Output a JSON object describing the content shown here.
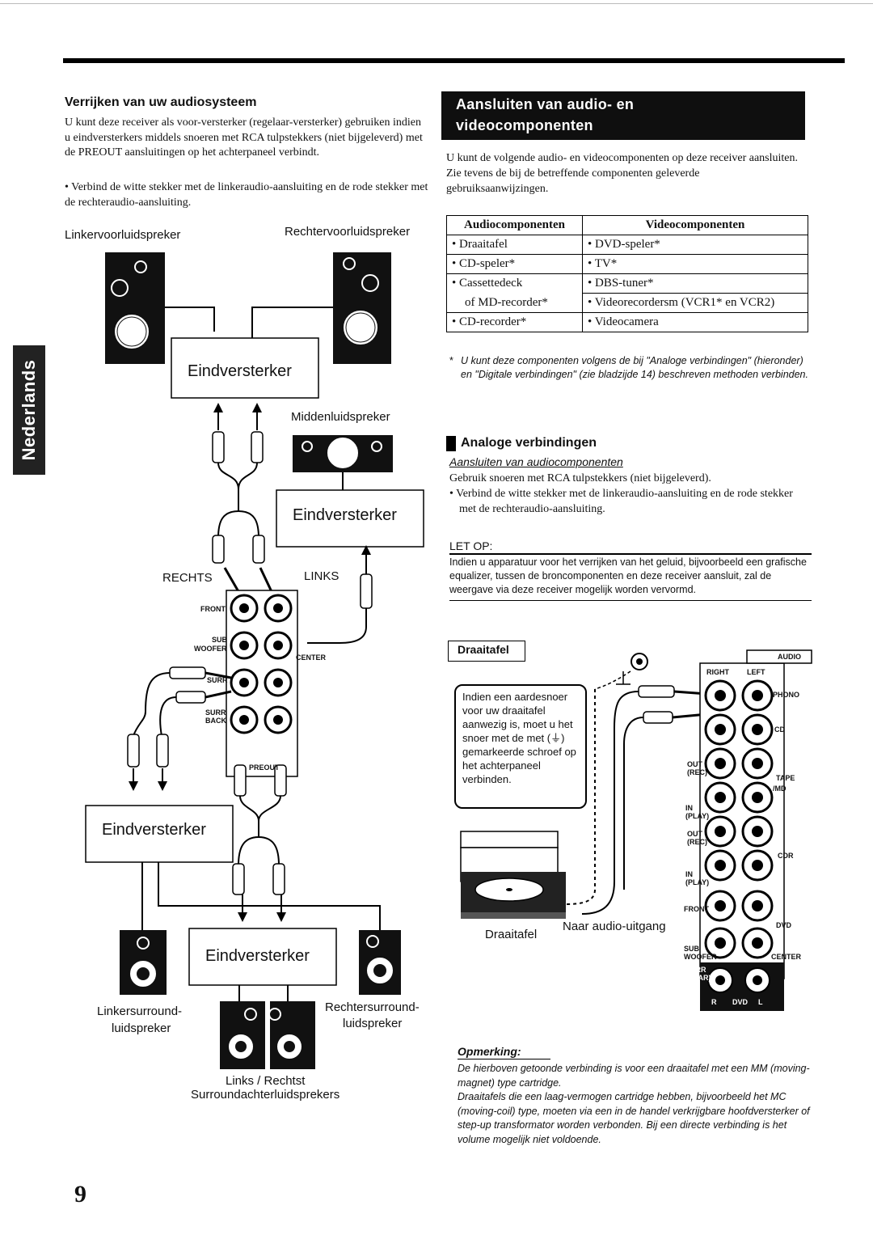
{
  "page": {
    "side_tab": "Nederlands",
    "page_number": "9"
  },
  "left": {
    "heading": "Verrijken van uw audiosysteem",
    "paragraph": "U kunt deze receiver als voor-versterker (regelaar-versterker) gebruiken indien u eindversterkers middels snoeren met RCA tulpstekkers (niet bijgeleverd) met de PREOUT aansluitingen op het achterpaneel verbindt.",
    "bullet": "Verbind de witte stekker met de linkeraudio-aansluiting en de rode stekker met de rechteraudio-aansluiting."
  },
  "diagram_left": {
    "front_left_speaker": "Linkervoorluidspreker",
    "front_right_speaker": "Rechtervoorluidspreker",
    "amp": "Eindversterker",
    "center_speaker": "Middenluidspreker",
    "rechts": "RECHTS",
    "links": "LINKS",
    "jack_front": "FRONT",
    "jack_sub": "SUB",
    "jack_woofer": "WOOFER",
    "jack_center": "CENTER",
    "jack_surr": "SURR",
    "jack_surr_back": "SURR BACK",
    "jack_preout": "PREOUT",
    "surround_left_1": "Linkersurround-",
    "surround_left_2": "luidspreker",
    "surround_right_1": "Rechtersurround-",
    "surround_right_2": "luidspreker",
    "back_pair": "Links / Rechtst",
    "back_label": "Surroundachterluidsprekers"
  },
  "right": {
    "banner_line1": "Aansluiten van audio- en",
    "banner_line2": "videocomponenten",
    "intro": "U kunt de volgende audio- en videocomponenten op deze receiver aansluiten. Zie tevens de bij de betreffende componenten geleverde gebruiksaanwijzingen.",
    "table": {
      "headers": [
        "Audiocomponenten",
        "Videocomponenten"
      ],
      "rows": [
        [
          "• Draaitafel",
          "• DVD-speler*"
        ],
        [
          "• CD-speler*",
          "• TV*"
        ],
        [
          "• Cassettedeck",
          "• DBS-tuner*"
        ],
        [
          "of MD-recorder*",
          "• Videorecordersm (VCR1* en VCR2)"
        ],
        [
          "• CD-recorder*",
          "• Videocamera"
        ]
      ]
    },
    "asterisk_note": "U kunt deze componenten volgens de bij \"Analoge verbindingen\" (hieronder) en \"Digitale verbindingen\" (zie bladzijde 14) beschreven methoden verbinden.",
    "analog_heading": "Analoge verbindingen",
    "analog_sub": "Aansluiten van audiocomponenten",
    "analog_text": "Gebruik snoeren met RCA tulpstekkers (niet bijgeleverd).",
    "analog_bullet": "Verbind de witte stekker met de linkeraudio-aansluiting en de rode stekker met de rechteraudio-aansluiting.",
    "let_op_title": "LET OP:",
    "let_op_text": "Indien u apparatuur voor het verrijken van het geluid, bijvoorbeeld een grafische equalizer, tussen de broncomponenten en deze receiver aansluit, zal de weergave via deze receiver mogelijk worden vervormd.",
    "note_title": "Opmerking:",
    "note_text_1": "De hierboven getoonde verbinding is voor een draaitafel met een MM (moving-magnet) type cartridge.",
    "note_text_2": "Draaitafels die een laag-vermogen cartridge hebben, bijvoorbeeld het MC (moving-coil) type, moeten via een in de handel verkrijgbare hoofdversterker of step-up transformator worden verbonden. Bij een directe verbinding is het volume mogelijk niet voldoende."
  },
  "diagram_right": {
    "box_label": "Draaitafel",
    "ground_note": "Indien een aardesnoer voor uw draaitafel aanwezig is, moet u het snoer met de met (⏚) gemarkeerde schroef op het achterpaneel verbinden.",
    "turntable_label": "Draaitafel",
    "output_label": "Naar audio-uitgang",
    "panel_audio": "AUDIO",
    "panel_right": "RIGHT",
    "panel_left": "LEFT",
    "jack_phono": "PHONO",
    "jack_cd": "CD",
    "jack_tape": "TAPE",
    "jack_md": "/MD",
    "jack_out_rec": "OUT (REC)",
    "jack_in_play": "IN (PLAY)",
    "jack_cdr": "CDR",
    "jack_front": "FRONT",
    "jack_dvd": "DVD",
    "jack_sub_woofer": "SUB WOOFER",
    "jack_center": "CENTER",
    "jack_surr_rear": "SURR (REAR)",
    "bottom_r": "R",
    "bottom_dvd": "DVD",
    "bottom_l": "L"
  }
}
